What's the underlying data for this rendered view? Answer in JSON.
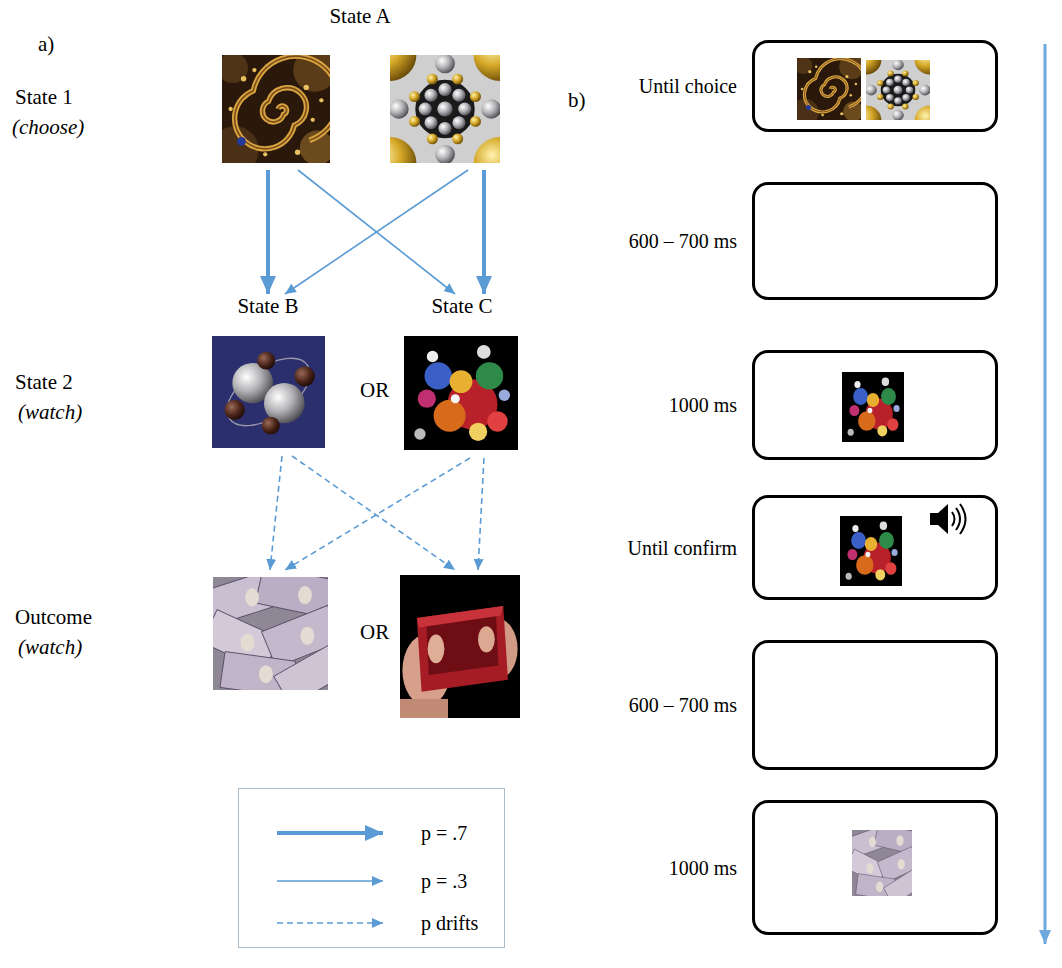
{
  "diagram": {
    "nodes": [
      {
        "text": [
          "State A"
        ]
      },
      {
        "text": [
          "State B"
        ]
      },
      {
        "text": [
          "State C"
        ]
      },
      {
        "text": [
          "Until choice"
        ]
      },
      {
        "text": [
          "600 – 700 ms"
        ]
      },
      {
        "text": [
          "1000 ms"
        ]
      },
      {
        "text": [
          "Until confirm"
        ]
      },
      {
        "text": [
          "600 – 700 ms"
        ]
      },
      {
        "text": [
          "1000 ms"
        ]
      }
    ],
    "edges": [
      {
        "from": 0,
        "to": 1,
        "arrow": "to"
      },
      {
        "from": 0,
        "to": 2,
        "arrow": "to"
      },
      {
        "from": 0,
        "to": 1,
        "arrow": "to"
      },
      {
        "from": 0,
        "to": 2,
        "arrow": "to"
      }
    ],
    "labels": [
      "a)",
      "State 1",
      "(choose)",
      "State 2",
      "(watch)",
      "OR",
      "Outcome",
      "(watch)",
      "OR",
      "b)"
    ],
    "legend": [
      {
        "text": "p = .7"
      },
      {
        "text": "p = .3"
      },
      {
        "text": "p drifts"
      }
    ]
  }
}
